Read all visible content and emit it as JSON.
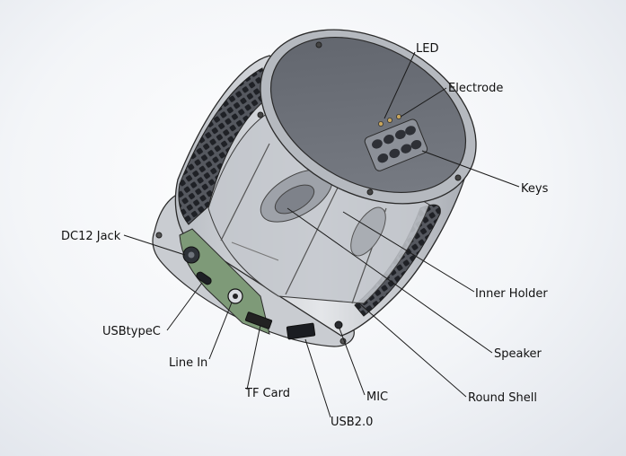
{
  "labels": {
    "led": "LED",
    "electrode": "Electrode",
    "keys": "Keys",
    "dc12_jack": "DC12 Jack",
    "inner_holder": "Inner Holder",
    "usb_typec": "USBtypeC",
    "speaker": "Speaker",
    "line_in": "Line In",
    "tf_card": "TF Card",
    "round_shell": "Round Shell",
    "mic": "MIC",
    "usb2": "USB2.0"
  },
  "colors": {
    "line": "#1a1a1a",
    "shell": "#d2d5da",
    "shell_dark": "#8e939b",
    "lid": "#6a6e76",
    "grill": "#3a3d44",
    "pcb": "#6f8f6a",
    "background": "#f3f5f8"
  }
}
